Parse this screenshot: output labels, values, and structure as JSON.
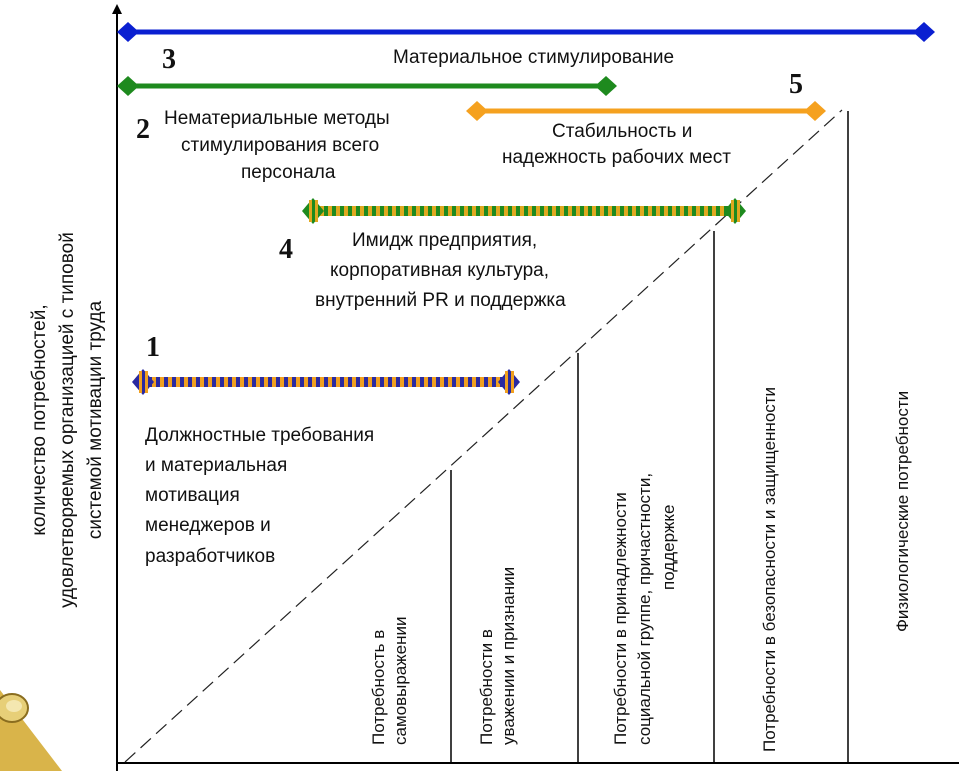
{
  "y_axis_label": [
    "количество потребностей,",
    "удовлетворяемых организацией с типовой",
    "системой мотивации труда"
  ],
  "bars": [
    {
      "number": "3",
      "color": "#0a1fd1",
      "text": [
        "Материальное стимулирование"
      ]
    },
    {
      "number": "2",
      "color": "#1e8a1e",
      "text": [
        "Нематериальные методы",
        "стимулирования всего",
        "персонала"
      ]
    },
    {
      "number": "5",
      "color": "#f5a11f",
      "text": [
        "Стабильность и",
        "надежность рабочих мест"
      ]
    },
    {
      "number": "4",
      "color": "#1e8a1e",
      "stripe": "#e0a81f",
      "text": [
        "Имидж предприятия,",
        "корпоративная культура,",
        "внутренний PR и поддержка"
      ]
    },
    {
      "number": "1",
      "color": "#2a2aa0",
      "stripe": "#f0a020",
      "text": [
        "Должностные требования",
        "и материальная",
        "мотивация",
        "менеджеров и",
        "разработчиков"
      ]
    }
  ],
  "needs": [
    {
      "lines": [
        "Потребность в",
        "самовыражении"
      ]
    },
    {
      "lines": [
        "Потребности в",
        "уважении и признании"
      ]
    },
    {
      "lines": [
        "Потребности в принадлежности",
        "социальной группе, причастности,",
        "поддержке"
      ]
    },
    {
      "lines": [
        "Потребности в безопасности и защищенности"
      ]
    },
    {
      "lines": [
        "Физиологические потребности"
      ]
    }
  ]
}
